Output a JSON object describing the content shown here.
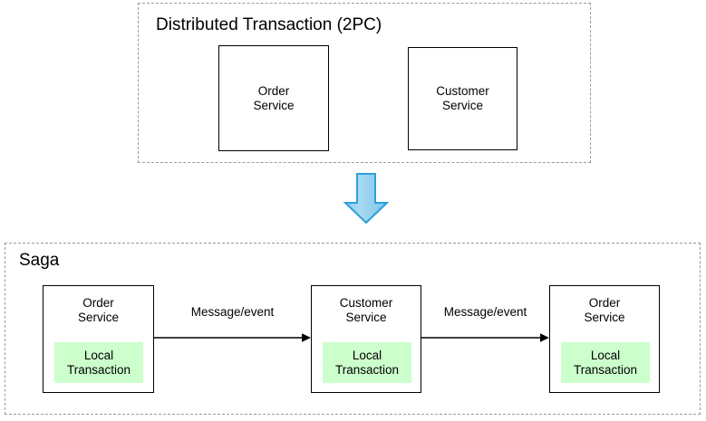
{
  "diagram": {
    "title_top": "Distributed Transaction (2PC)",
    "title_bottom": "Saga",
    "colors": {
      "local_transaction_fill": "#ccffcc",
      "box_stroke": "#000000",
      "group_stroke": "#9a9a9a",
      "big_arrow_fill_light": "#bfe3f7",
      "big_arrow_fill_mid": "#96d2f0",
      "big_arrow_stroke": "#2e9fd9",
      "page_background": "#ffffff"
    }
  },
  "two_pc": {
    "label": "Distributed Transaction (2PC)",
    "services": [
      {
        "name": "Order\nService"
      },
      {
        "name": "Customer\nService"
      }
    ]
  },
  "transition": {
    "icon": "down-arrow-icon",
    "direction": "down"
  },
  "saga": {
    "label": "Saga",
    "steps": [
      {
        "service": "Order\nService",
        "local_transaction": "Local\nTransaction"
      },
      {
        "service": "Customer\nService",
        "local_transaction": "Local\nTransaction"
      },
      {
        "service": "Order\nService",
        "local_transaction": "Local\nTransaction"
      }
    ],
    "edges": [
      {
        "label": "Message/event"
      },
      {
        "label": "Message/event"
      }
    ]
  }
}
